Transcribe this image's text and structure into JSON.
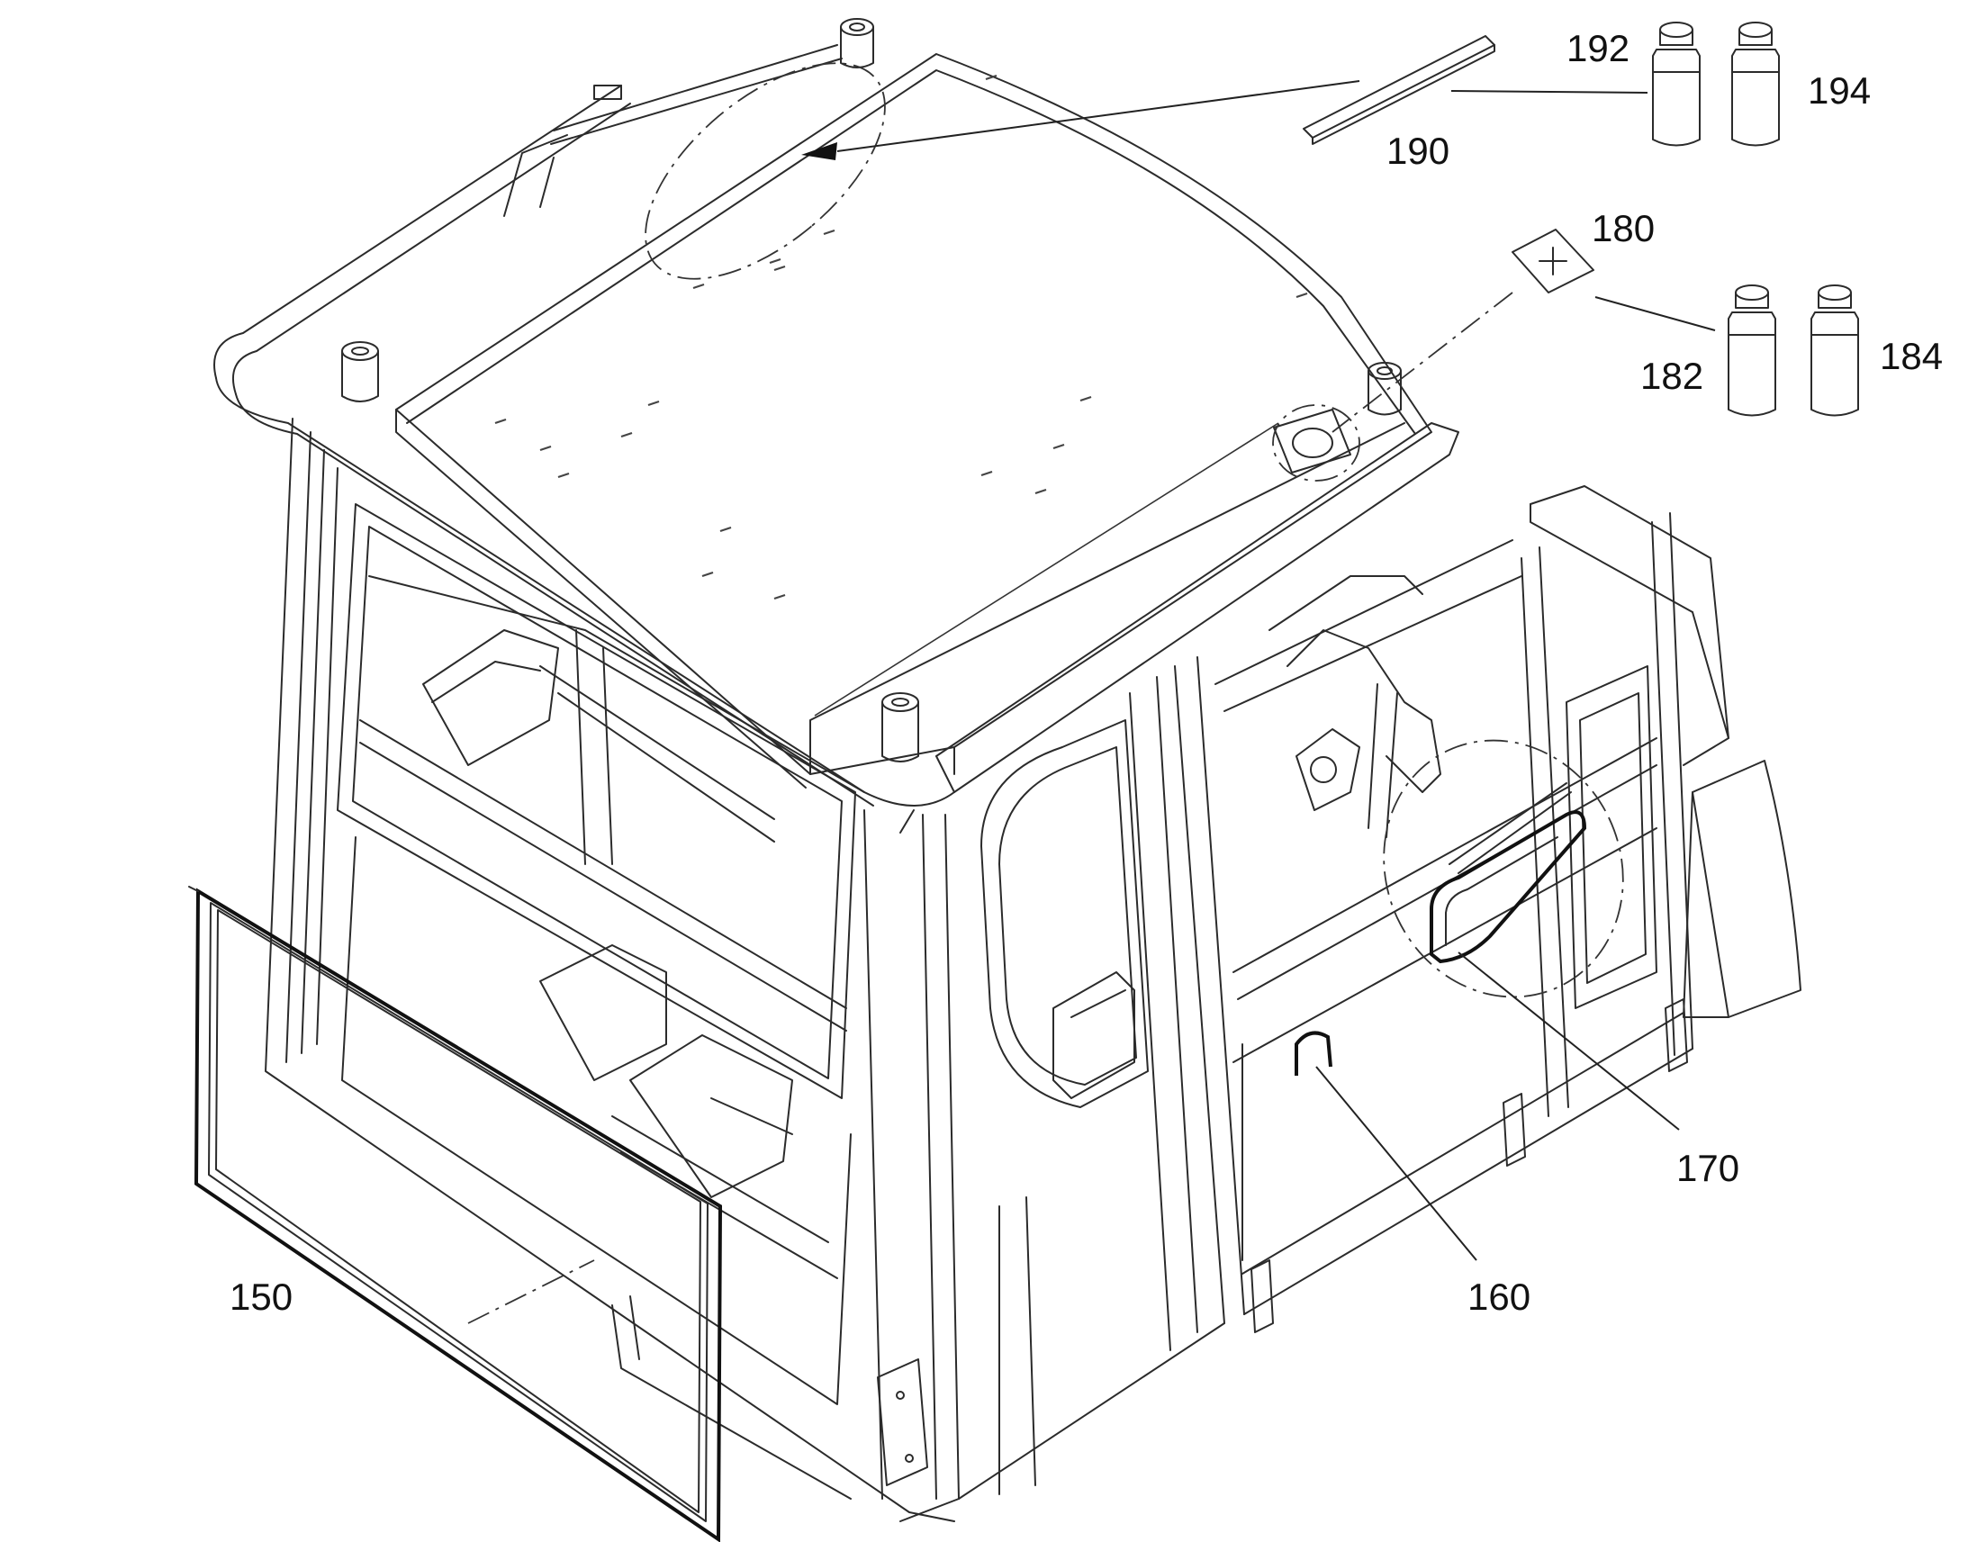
{
  "labels": {
    "l150": "150",
    "l160": "160",
    "l170": "170",
    "l180": "180",
    "l182": "182",
    "l184": "184",
    "l190": "190",
    "l192": "192",
    "l194": "194"
  }
}
